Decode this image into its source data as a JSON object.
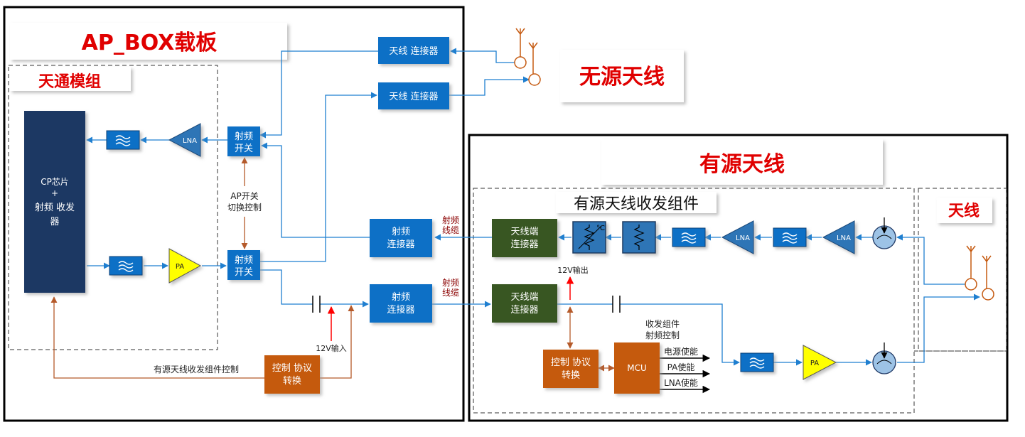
{
  "titles": {
    "ap_box": "AP_BOX载板",
    "tiantong_module": "天通模组",
    "passive_antenna": "无源天线",
    "active_antenna": "有源天线",
    "active_trx_assembly": "有源天线收发组件",
    "antenna": "天线"
  },
  "blocks": {
    "cp_chip_line1": "CP芯片",
    "cp_chip_line2": "+",
    "cp_chip_line3": "射频 收发",
    "cp_chip_line4": "器",
    "rf_switch_line1": "射频",
    "rf_switch_line2": "开关",
    "ant_connector": "天线 连接器",
    "rf_connector_line1": "射频",
    "rf_connector_line2": "连接器",
    "ant_end_line1": "天线端",
    "ant_end_line2": "连接器",
    "ctrl_protocol_line1": "控制 协议",
    "ctrl_protocol_line2": "转换",
    "mcu": "MCU",
    "lna": "LNA",
    "pa": "PA"
  },
  "labels": {
    "ap_switch_line1": "AP开关",
    "ap_switch_line2": "切换控制",
    "rf_cable_line1": "射频",
    "rf_cable_line2": "线缆",
    "input_12v": "12V输入",
    "output_12v": "12V输出",
    "active_trx_control": "有源天线收发组件控制",
    "trx_rf_control_line1": "收发组件",
    "trx_rf_control_line2": "射频控制",
    "power_enable": "电源使能",
    "pa_enable": "PA使能",
    "lna_enable": "LNA使能",
    "celsius": "°C"
  },
  "colors": {
    "blue_block": "#0f6fc6",
    "navy_block": "#1f3864",
    "green_block": "#375623",
    "orange_block": "#c55a11",
    "pa_yellow": "#ffff00",
    "title_red": "#e00000",
    "line_blue": "#1f7fd0",
    "line_brown": "#b55a2a",
    "arrow_red": "#ff0000"
  }
}
